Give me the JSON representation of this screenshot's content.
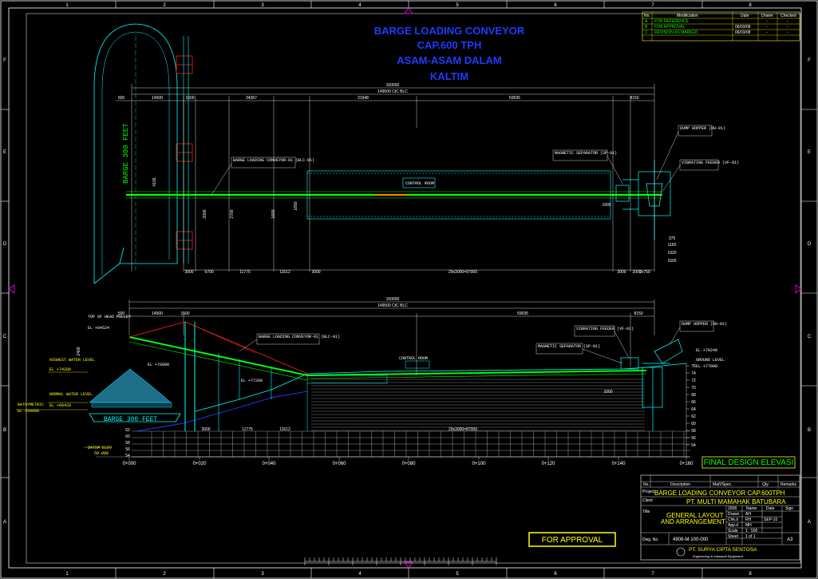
{
  "drawing": {
    "title_lines": [
      "BARGE LOADING CONVEYOR",
      "CAP.600 TPH",
      "ASAM-ASAM DALAM",
      "KALTIM"
    ],
    "plan_view": {
      "overall_dim": "150000",
      "ctc_dim": "149500 CtC BLC",
      "top_dims": [
        "500",
        "14500",
        "1500",
        "34367",
        "31948",
        "59035",
        "8150"
      ],
      "bottom_dims": [
        "3000",
        "6700",
        "11775",
        "11612",
        "3000",
        "29x3000=87000",
        "3000",
        "2000",
        "2x750"
      ],
      "right_dims": [
        "375",
        "1165",
        "1920",
        "1500"
      ],
      "left_dims": [
        "4100",
        "2000",
        "2700",
        "1600",
        "1650"
      ],
      "barge_label": "BARGE 300 FEET",
      "labels": {
        "blc": "BARGE LOADING CONVEYOR-01 (BLC-01)",
        "control_room": "CONTROL ROOM",
        "magnetic": "MAGNETIC SEPARATOR (SP-01)",
        "dump_hopper": "DUMP HOPPER (DH-01)",
        "vib_feeder": "VIBRATING FEEDER (VF-01)",
        "d1000": "1000"
      }
    },
    "elevation_view": {
      "overall_dim": "150000",
      "ctc_dim": "149500 CtC BLC",
      "top_dims": [
        "500",
        "14500",
        "1500",
        "59035",
        "8150"
      ],
      "bottom_dims": [
        "3000",
        "11775",
        "11612",
        "29x3000=87000"
      ],
      "labels": {
        "head_pulley": "TOP OF HEAD PULLEY",
        "head_level": "EL +84524",
        "highest_water": "HIGHEST WATER LEVEL",
        "hwl_el": "EL +74280",
        "normal_water": "NORMAL WATER LEVEL",
        "nwl_el": "EL +68428",
        "bathymetric": "BATHYMETRIC",
        "bath_el": "EL +50000",
        "el_76000": "EL +76000",
        "el_77200": "EL +77200",
        "el_78249": "EL +78249",
        "ground_level": "GROUND LEVEL",
        "gl_el": "EL +77000",
        "blc": "BARGE LOADING CONVEYOR-01 (BLC-01)",
        "control_room": "CONTROL ROOM",
        "vib_feeder": "VIBRATING FEEDER (VF-01)",
        "magnetic": "MAGNETIC SEPARATOR (SP-01)",
        "dump_hopper": "DUMP HOPPER (DH-01)",
        "barge": "BARGE 300 FEET",
        "datum": "DATUM ELEV",
        "datum_val": "50.000",
        "d2400": "2400",
        "d1000": "1000"
      },
      "elev_right": [
        "76",
        "74",
        "72",
        "70",
        "68",
        "66",
        "64",
        "62",
        "60",
        "58",
        "56",
        "54"
      ],
      "elev_left": [
        "62",
        "60",
        "58",
        "56",
        "54"
      ],
      "chainage": [
        "0+000",
        "0+020",
        "0+040",
        "0+060",
        "0+080",
        "0+100",
        "0+120",
        "0+140",
        "0+160"
      ]
    },
    "frame": {
      "cols": [
        "1",
        "2",
        "3",
        "4",
        "5",
        "6",
        "7",
        "8"
      ],
      "rows": [
        "F",
        "E",
        "D",
        "C",
        "B",
        "A"
      ]
    },
    "revisions": {
      "headers": [
        "No.",
        "Modification",
        "Date",
        "Drawn",
        "Checked"
      ],
      "rows": [
        {
          "no": "A",
          "mod": "FOR REFERENCE",
          "date": "",
          "drawn": "-",
          "checked": "-"
        },
        {
          "no": "B",
          "mod": "FOR APPROVAL",
          "date": "06/03/08",
          "drawn": "-",
          "checked": "-"
        },
        {
          "no": "C",
          "mod": "REVISION AS MARKED",
          "date": "06/03/08",
          "drawn": "-",
          "checked": "-"
        }
      ]
    },
    "stamps": {
      "final": "FINAL DESIGN ELEVASI",
      "approval": "FOR APPROVAL"
    },
    "title_block": {
      "headers": [
        "No.",
        "Description",
        "Mat'l/Spec.",
        "Qty.",
        "Remarks"
      ],
      "project_label": "Project",
      "project": "BARGE LOADING CONVEYOR CAP.600TPH",
      "client_label": "Client",
      "client": "PT. MULTI MAMAHAK BATUBARA",
      "title_label": "Title",
      "title_lines": [
        "GENERAL LAYOUT",
        "AND ARRANGEMENT"
      ],
      "fields": [
        {
          "k": "Drawn",
          "v": "AH"
        },
        {
          "k": "Chk.d",
          "v": "RH"
        },
        {
          "k": "App.d",
          "v": "MH"
        },
        {
          "k": "Scale",
          "v": "1 : 500"
        },
        {
          "k": "Sheet",
          "v": "1 of 1"
        }
      ],
      "col_labels": [
        "2008",
        "Name",
        "Date",
        "Sign"
      ],
      "date_val": "SEP-10",
      "dwg_label": "Dwg. No.",
      "dwg_no": "4908-M-100-000",
      "size": "A3",
      "company": "PT. SURYA CIPTA SENTOSA",
      "company_sub": "Engineering & Industrial Equipment"
    }
  },
  "colors": {
    "title": "#1f3cff",
    "conveyor": "#00ff00",
    "structure": "#00ffff",
    "dimension": "#ffffff",
    "stamp": "#ffff00",
    "highlight": "#ff2020"
  }
}
